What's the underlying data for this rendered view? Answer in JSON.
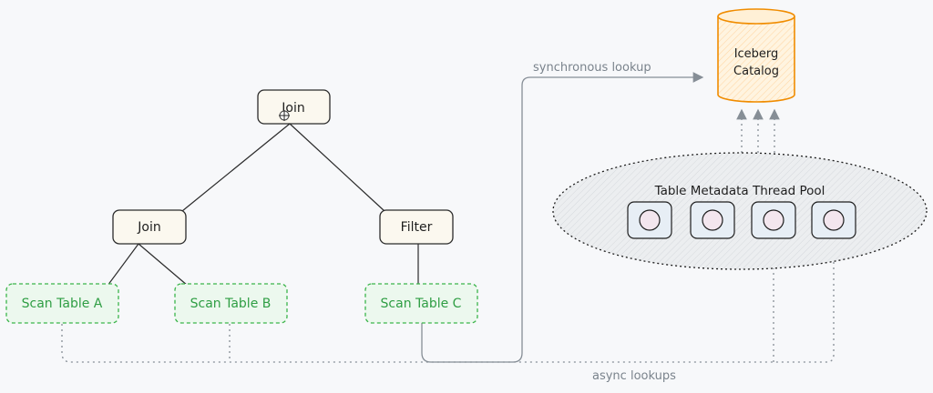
{
  "nodes": {
    "join_top": "Join",
    "join_left": "Join",
    "filter": "Filter",
    "scan_a": "Scan Table A",
    "scan_b": "Scan Table B",
    "scan_c": "Scan Table C"
  },
  "catalog": {
    "line1": "Iceberg",
    "line2": "Catalog"
  },
  "pool": {
    "title": "Table Metadata Thread Pool",
    "thread_count": 4
  },
  "labels": {
    "sync": "synchronous lookup",
    "async": "async lookups"
  },
  "colors": {
    "scan_green": "#2f9e44",
    "catalog_orange": "#f08c00",
    "connector_gray": "#868e96"
  }
}
